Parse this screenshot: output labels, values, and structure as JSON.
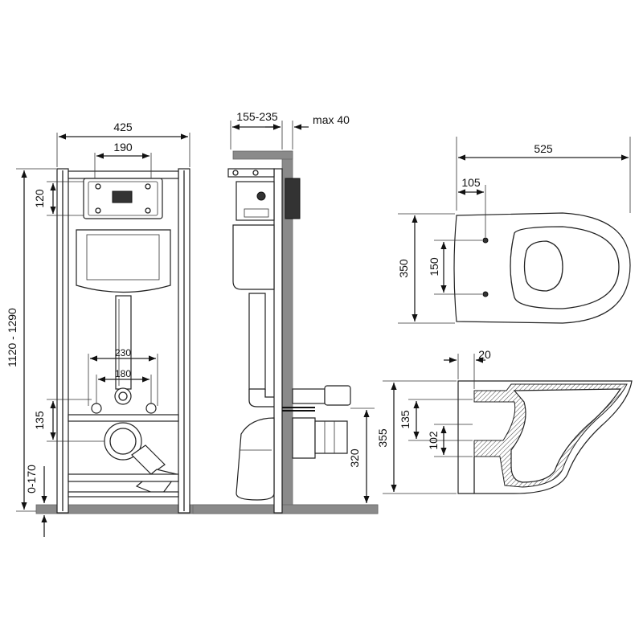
{
  "front_view": {
    "width_total": "425",
    "width_button": "190",
    "height_button": "120",
    "height_total": "1120 - 1290",
    "pipe_spacing_outer": "230",
    "pipe_spacing_inner": "180",
    "height_pipe": "135",
    "height_adjust": "0-170"
  },
  "side_view": {
    "depth": "155-235",
    "wall_max": "max 40",
    "drain_height": "320"
  },
  "top_view": {
    "length": "525",
    "bolt_offset": "105",
    "width": "350",
    "bolt_spacing": "150"
  },
  "bowl_section": {
    "rim_offset": "20",
    "height_total": "355",
    "height_inlet": "135",
    "height_outlet": "102"
  }
}
